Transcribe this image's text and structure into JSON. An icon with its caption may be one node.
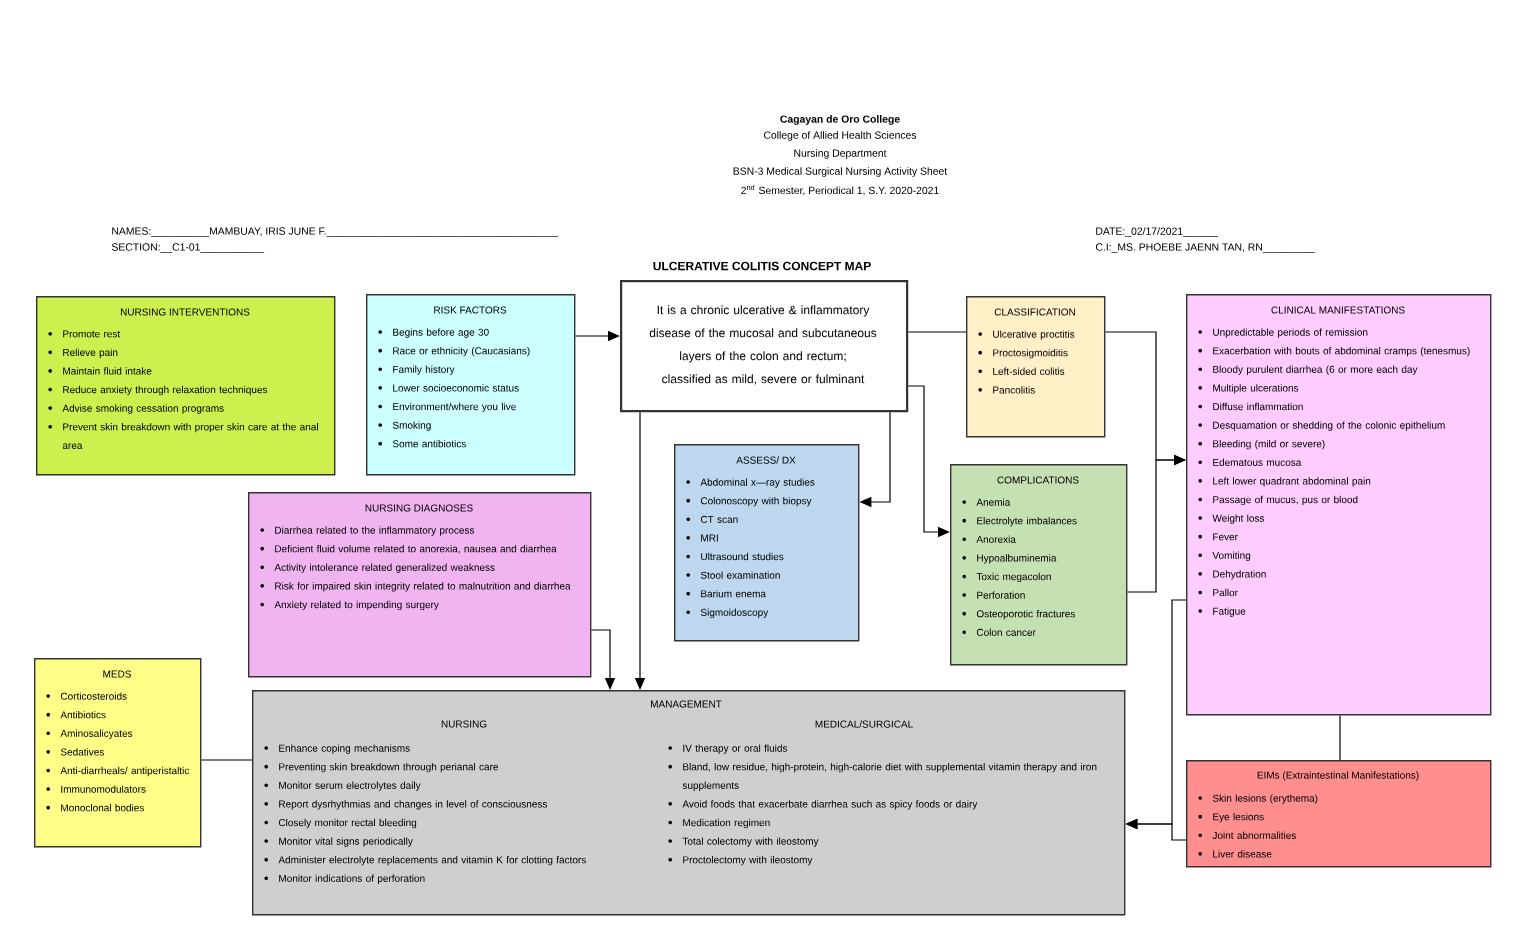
{
  "diagram": {
    "title": "ULCERATIVE COLITIS CONCEPT MAP",
    "nodes": [
      {
        "text": [
          "NURSING INTERVENTIONS",
          "Promote rest",
          "Relieve pain",
          "Maintain fluid intake",
          "Reduce anxiety through relaxation techniques",
          "Advise smoking cessation programs",
          "Prevent skin breakdown with proper skin care at the anal area"
        ]
      },
      {
        "text": [
          "RISK FACTORS",
          "Begins before age 30",
          "Race or ethnicity (Caucasians)",
          "Family history",
          "Lower socioeconomic status",
          "Environment/where you live",
          "Smoking",
          "Some antibiotics"
        ]
      },
      {
        "text": [
          "It is a chronic ulcerative & inflammatory disease of the mucosal and subcutaneous layers of the colon and rectum; classified as mild, severe or fulminant"
        ]
      },
      {
        "text": [
          "CLASSIFICATION",
          "Ulcerative proctitis",
          "Proctosigmoiditis",
          "Left-sided colitis",
          "Pancolitis"
        ]
      },
      {
        "text": [
          "CLINICAL MANIFESTATIONS",
          "Unpredictable periods of remission",
          "Exacerbation with bouts of abdominal cramps (tenesmus)",
          "Bloody purulent diarrhea (6 or more each day",
          "Multiple ulcerations",
          "Diffuse inflammation",
          "Desquamation or shedding of the colonic epithelium",
          "Bleeding (mild or severe)",
          "Edematous mucosa",
          "Left lower quadrant abdominal pain",
          "Passage of mucus, pus or blood",
          "Weight loss",
          "Fever",
          "Vomiting",
          "Dehydration",
          "Pallor",
          "Fatigue"
        ]
      },
      {
        "text": [
          "ASSESS/ DX",
          "Abdominal x—ray studies",
          "Colonoscopy with biopsy",
          "CT scan",
          "MRI",
          "Ultrasound studies",
          "Stool examination",
          "Barium enema",
          "Sigmoidoscopy"
        ]
      },
      {
        "text": [
          "COMPLICATIONS",
          "Anemia",
          "Electrolyte imbalances",
          "Anorexia",
          "Hypoalbuminemia",
          "Toxic megacolon",
          "Perforation",
          "Osteoporotic fractures",
          "Colon cancer"
        ]
      },
      {
        "text": [
          "NURSING DIAGNOSES",
          "Diarrhea related to the inflammatory process",
          "Deficient fluid volume related to anorexia, nausea and diarrhea",
          "Activity intolerance related generalized weakness",
          "Risk for impaired skin integrity related to malnutrition and diarrhea",
          "Anxiety related to impending surgery"
        ]
      },
      {
        "text": [
          "MEDS",
          "Corticosteroids",
          "Antibiotics",
          "Aminosalicyates",
          "Sedatives",
          "Anti-diarrheals/ antiperistaltic",
          "Immunomodulators",
          "Monoclonal bodies"
        ]
      },
      {
        "text": [
          "MANAGEMENT",
          "NURSING",
          "MEDICAL/SURGICAL",
          "Enhance coping mechanisms",
          "Preventing skin breakdown through perianal care",
          "Monitor serum electrolytes daily",
          "Report dysrhythmias and changes in level of consciousness",
          "Closely monitor rectal bleeding",
          "Monitor vital signs periodically",
          "Administer electrolyte replacements and vitamin K for clotting factors",
          "Monitor indications of perforation",
          "IV therapy or oral fluids",
          "Bland, low residue, high-protein, high-calorie diet with supplemental vitamin therapy and iron supplements",
          "Avoid foods that exacerbate diarrhea such as spicy foods or dairy",
          "Medication regimen",
          "Total colectomy with ileostomy",
          "Proctolectomy with ileostomy"
        ]
      },
      {
        "text": [
          "EIMs (Extraintestinal Manifestations)",
          "Skin lesions (erythema)",
          "Eye lesions",
          "Joint abnormalities",
          "Liver disease"
        ]
      }
    ],
    "edges": [
      {
        "from": 1,
        "to": 2,
        "arrow": "to"
      },
      {
        "from": 2,
        "to": 3,
        "arrow": "none"
      },
      {
        "from": 2,
        "to": 5,
        "arrow": "to"
      },
      {
        "from": 2,
        "to": 6,
        "arrow": "to"
      },
      {
        "from": 2,
        "to": 9,
        "arrow": "to"
      },
      {
        "from": 7,
        "to": 9,
        "arrow": "to"
      },
      {
        "from": 8,
        "to": 9,
        "arrow": "none"
      },
      {
        "from": 3,
        "to": 4,
        "arrow": "to"
      },
      {
        "from": 6,
        "to": 4,
        "arrow": "to"
      },
      {
        "from": 4,
        "to": 10,
        "arrow": "none"
      },
      {
        "from": 4,
        "to": 9,
        "arrow": "to"
      },
      {
        "from": 10,
        "to": 9,
        "arrow": "to"
      }
    ],
    "labels": [
      "Cagayan de Oro College",
      "College of Allied Health Sciences",
      "Nursing Department",
      "BSN-3 Medical Surgical Nursing Activity Sheet",
      "2$^{nd}$ Semester, Periodical 1, S.Y. 2020-2021",
      "NAMES:__________MAMBUAY, IRIS JUNE F.________________________________________",
      "DATE:_02/17/2021______",
      "SECTION:__C1-01___________",
      "C.I:_MS. PHOEBE JAENN TAN, RN_________"
    ]
  }
}
